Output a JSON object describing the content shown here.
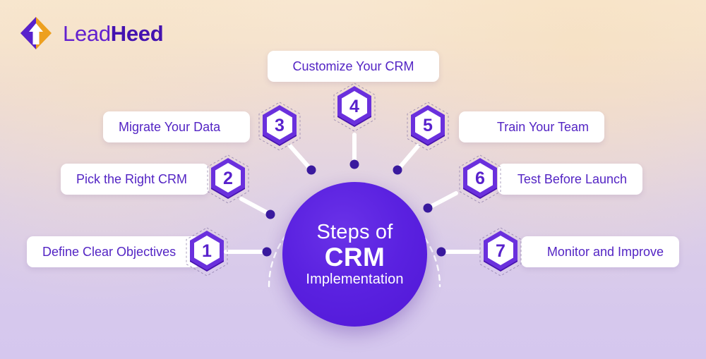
{
  "brand": {
    "name_part1": "Lead",
    "name_part2": "Heed",
    "logo_icon": "diamond-arrow-up-icon",
    "purple": "#5821cc",
    "orange": "#eda01f"
  },
  "center": {
    "line1": "Steps of",
    "line2": "CRM",
    "line3": "Implementation",
    "fill": "#5a21e0"
  },
  "background": {
    "top_color": "#f8e7d0",
    "bottom_color": "#d5c7ee"
  },
  "diagram": {
    "type": "radial-steps",
    "connector_color": "#ffffff",
    "node_dot_color": "#3a1a9e",
    "arc_style": "dashed",
    "steps": [
      {
        "number": "1",
        "label": "Define Clear Objectives",
        "side": "left"
      },
      {
        "number": "2",
        "label": "Pick the Right CRM",
        "side": "left"
      },
      {
        "number": "3",
        "label": "Migrate Your Data",
        "side": "left"
      },
      {
        "number": "4",
        "label": "Customize Your CRM",
        "side": "top"
      },
      {
        "number": "5",
        "label": "Train Your Team",
        "side": "right"
      },
      {
        "number": "6",
        "label": "Test Before Launch",
        "side": "right"
      },
      {
        "number": "7",
        "label": "Monitor and Improve",
        "side": "right"
      }
    ]
  }
}
